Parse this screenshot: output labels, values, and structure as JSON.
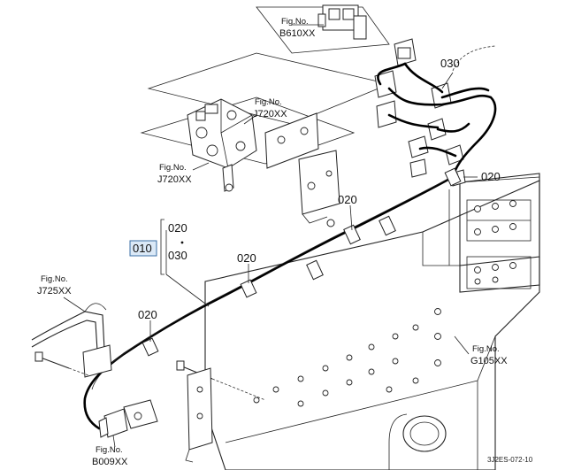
{
  "figure_refs": {
    "b610": {
      "prefix": "Fig.No.",
      "code": "B610XX"
    },
    "j720_upper": {
      "prefix": "Fig.No.",
      "code": "J720XX"
    },
    "j720_left": {
      "prefix": "Fig.No.",
      "code": "J720XX"
    },
    "j725": {
      "prefix": "Fig.No.",
      "code": "J725XX"
    },
    "g105": {
      "prefix": "Fig.No.",
      "code": "G105XX"
    },
    "b009": {
      "prefix": "Fig.No.",
      "code": "B009XX"
    }
  },
  "callouts": {
    "c030_top": "030",
    "c020_right": "020",
    "c020_center": "020",
    "c020_mid": "020",
    "c020_left": "020",
    "group_020": "020",
    "group_030": "030",
    "group_010": "010"
  },
  "drawing_code": "3J2ES-072-10"
}
